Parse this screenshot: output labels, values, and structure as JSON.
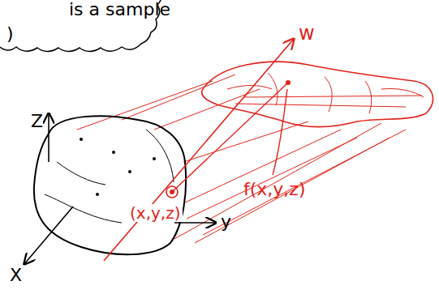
{
  "diagram": {
    "labels": [
      "is a sample",
      ")",
      "Z",
      "w",
      "f(x,y,z)",
      "(x,y,z)",
      "y",
      "X"
    ]
  }
}
